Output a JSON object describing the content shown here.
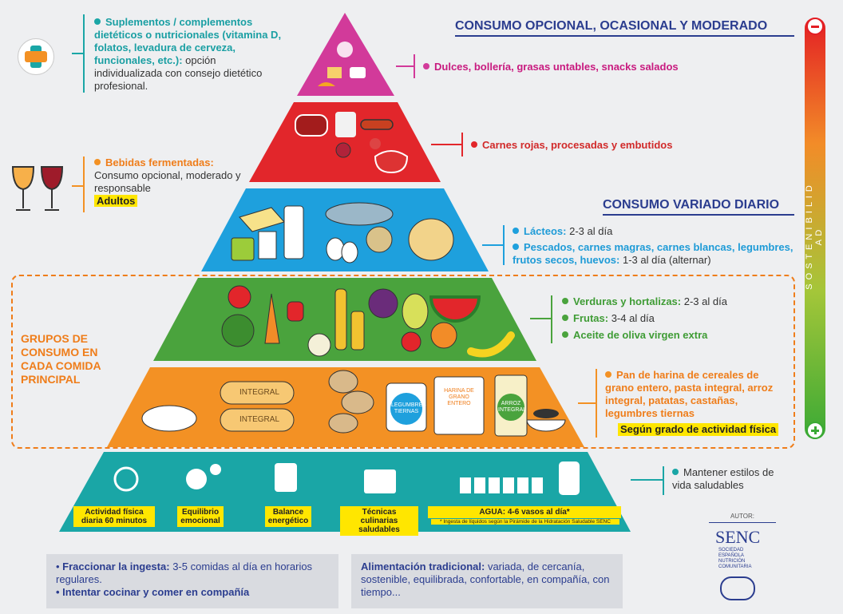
{
  "header": {
    "optional_title": "CONSUMO OPCIONAL, OCASIONAL Y MODERADO",
    "daily_title": "CONSUMO VARIADO DIARIO",
    "sustainability": "S O S T E N I B I L I D A D"
  },
  "supplements": {
    "head": "Suplementos / complementos dietéticos o nutricionales (vitamina D, folatos, levadura de cerveza, funcionales, etc.):",
    "body": "opción individualizada con consejo dietético profesional."
  },
  "fermented": {
    "head": "Bebidas fermentadas:",
    "body": "Consumo opcional, moderado y responsable",
    "badge": "Adultos"
  },
  "meals_group": "GRUPOS DE CONSUMO EN CADA COMIDA PRINCIPAL",
  "tiers": {
    "sweets": "Dulces, bollería, grasas untables, snacks salados",
    "meats": "Carnes rojas, procesadas y embutidos",
    "dairy_head": "Lácteos:",
    "dairy_amount": "2-3 al día",
    "protein_head": "Pescados, carnes magras, carnes blancas, legumbres, frutos secos, huevos:",
    "protein_amount": "1-3 al día (alternar)",
    "veg_head": "Verduras y hortalizas:",
    "veg_amount": "2-3 al día",
    "fruit_head": "Frutas:",
    "fruit_amount": "3-4 al día",
    "oil": "Aceite de oliva virgen extra",
    "grains": "Pan de harina de cereales de grano entero, pasta integral, arroz integral, patatas, castañas, legumbres tiernas",
    "grains_badge": "Según grado de actividad física",
    "lifestyle": "Mantener estilos de vida saludables"
  },
  "food_labels": {
    "integral_1": "INTEGRAL",
    "integral_2": "INTEGRAL",
    "legumbres": "LEGUMBRES TIERNAS",
    "harina": "HARINA DE GRANO ENTERO",
    "arroz": "ARROZ INTEGRAL"
  },
  "base_labels": {
    "activity": "Actividad física diaria 60 minutos",
    "emotional": "Equilibrio emocional",
    "energy": "Balance energético",
    "cooking": "Técnicas culinarias saludables",
    "water": "AGUA: 4-6 vasos al día*",
    "water_note": "* Ingesta de líquidos según la Pirámide de la Hidratación Saludable SENC"
  },
  "bottom": {
    "left_1_head": "Fraccionar la ingesta:",
    "left_1_body": "3-5 comidas al día en horarios regulares.",
    "left_2": "Intentar cocinar y comer en compañía",
    "right_head": "Alimentación tradicional:",
    "right_body": "variada, de cercanía, sostenible, equilibrada, confortable, en compañía, con tiempo..."
  },
  "author": {
    "label": "AUTOR:",
    "logo": "SENC",
    "org": "SOCIEDAD ESPAÑOLA NUTRICIÓN COMUNITARIA"
  },
  "colors": {
    "sweets": "#d23a9a",
    "meats": "#e2262b",
    "protein": "#1ea0dd",
    "veg": "#4aa33d",
    "grains": "#f39124",
    "base": "#1aa6a6"
  }
}
